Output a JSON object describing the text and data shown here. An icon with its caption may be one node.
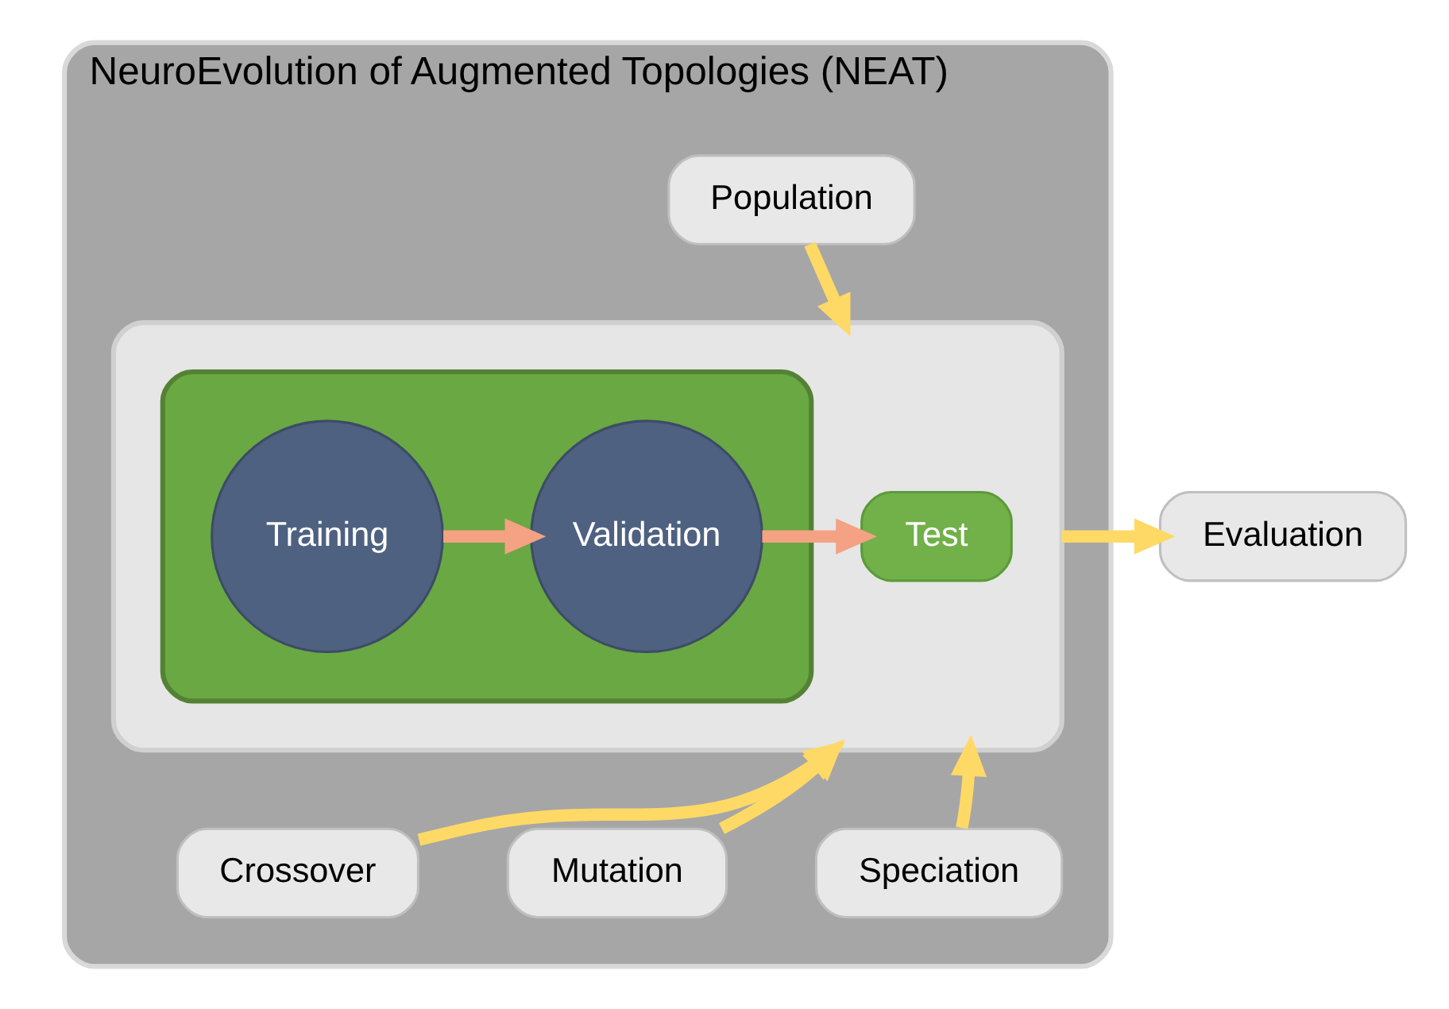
{
  "diagram": {
    "nodes": [
      {
        "text": [
          "NeuroEvolution of Augmented Topologies (NEAT)"
        ]
      },
      {
        "text": [
          "Population"
        ],
        "in": 0
      },
      {
        "text": [],
        "shape": "box",
        "in": 0
      },
      {
        "text": [],
        "shape": "box",
        "in": 2
      },
      {
        "text": [
          "Training"
        ],
        "in": 3
      },
      {
        "text": [
          "Validation"
        ],
        "in": 3
      },
      {
        "text": [
          "Test"
        ],
        "in": 2
      },
      {
        "text": [
          "Evaluation"
        ]
      },
      {
        "text": [
          "Crossover"
        ],
        "in": 0
      },
      {
        "text": [
          "Mutation"
        ],
        "in": 0
      },
      {
        "text": [
          "Speciation"
        ],
        "in": 0
      }
    ],
    "edges": [
      {
        "from": 1,
        "to": 2,
        "arrow": "to"
      },
      {
        "from": 4,
        "to": 5,
        "arrow": "to",
        "color": "#f4a283"
      },
      {
        "from": 5,
        "to": 6,
        "arrow": "to",
        "color": "#f4a283"
      },
      {
        "from": 2,
        "to": 7,
        "arrow": "to"
      },
      {
        "from": 8,
        "to": 2,
        "arrow": "to"
      },
      {
        "from": 9,
        "to": 2,
        "arrow": "to"
      },
      {
        "from": 10,
        "to": 2,
        "arrow": "to"
      }
    ]
  }
}
